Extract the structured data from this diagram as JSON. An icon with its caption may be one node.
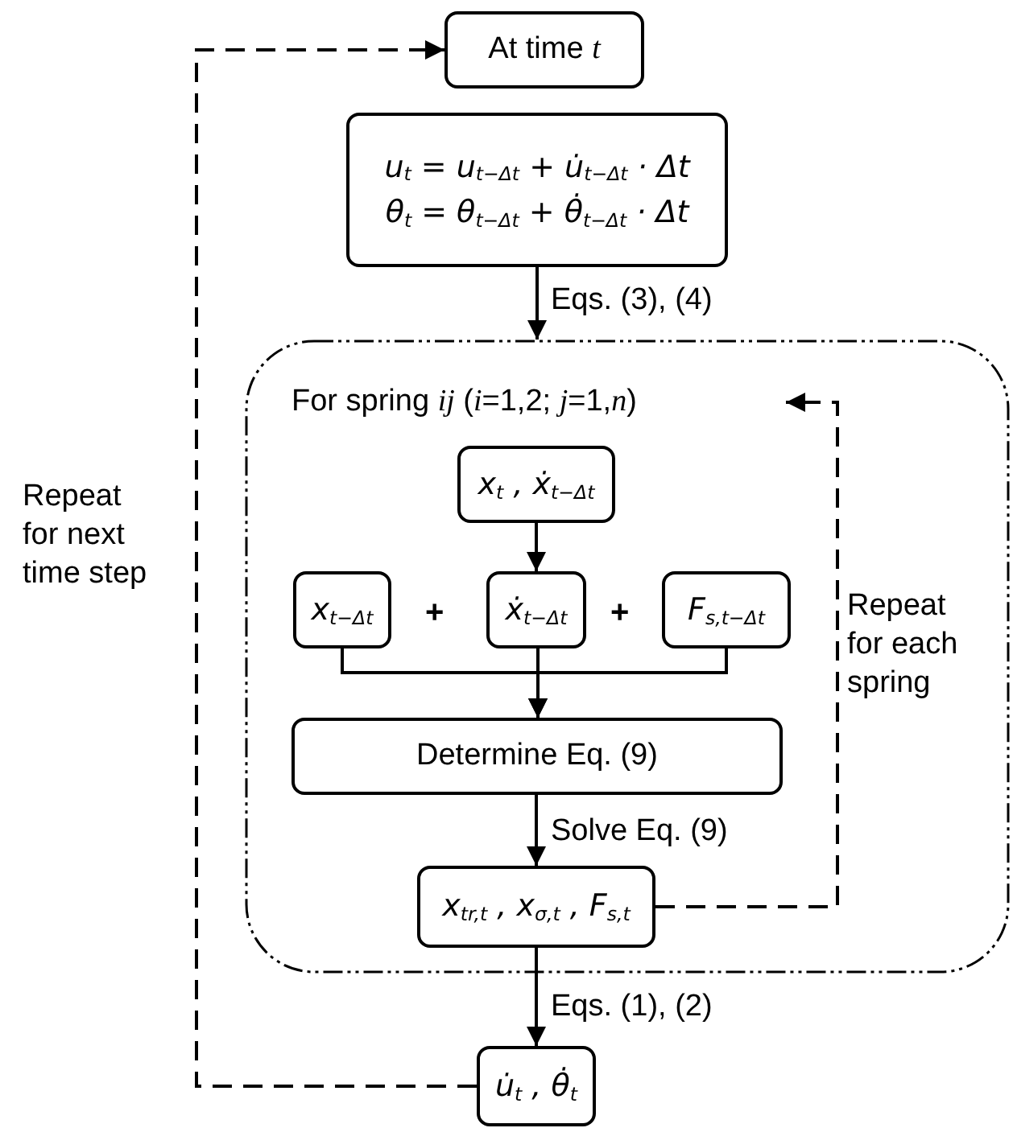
{
  "diagram": {
    "nodes": [
      {
        "text": [
          "At time *t*"
        ]
      },
      {
        "text": [
          "u$_{t}$ = u$_{t−Δt}$ + u̇$_{t−Δt}$ · Δt",
          "θ$_{t}$ = θ$_{t−Δt}$ + θ̇$_{t−Δt}$ · Δt"
        ]
      },
      {
        "text": [],
        "shape": "box"
      },
      {
        "text": [
          "For spring *ij* (*i*=1,2; *j*=1,*n*)"
        ],
        "in": 2
      },
      {
        "text": [
          "x$_{t}$ , ẋ$_{t−Δt}$"
        ],
        "in": 2
      },
      {
        "text": [
          "x$_{t−Δt}$"
        ],
        "in": 2
      },
      {
        "text": [
          "ẋ$_{t−Δt}$"
        ],
        "in": 2
      },
      {
        "text": [
          "F$_{s,t−Δt}$"
        ],
        "in": 2
      },
      {
        "text": [
          "Determine Eq. (9)"
        ],
        "in": 2
      },
      {
        "text": [
          "x$_{tr,t}$ , x$_{σ,t}$ , F$_{s,t}$"
        ],
        "in": 2
      },
      {
        "text": [
          "u̇$_{t}$ , θ̇$_{t}$"
        ]
      }
    ],
    "edges": [
      {
        "from": 1,
        "to": 2,
        "arrow": "to",
        "label": "Eqs. (3), (4)"
      },
      {
        "from": 4,
        "to": 6,
        "arrow": "to"
      },
      {
        "from": 5,
        "to": 8,
        "arrow": "to"
      },
      {
        "from": 6,
        "to": 8,
        "arrow": "to"
      },
      {
        "from": 7,
        "to": 8,
        "arrow": "to"
      },
      {
        "from": 8,
        "to": 9,
        "arrow": "to",
        "label": "Solve Eq. (9)"
      },
      {
        "from": 9,
        "to": 3,
        "arrow": "to",
        "style": "dashed",
        "label": "Repeat for each spring"
      },
      {
        "from": 9,
        "to": 10,
        "arrow": "to",
        "label": "Eqs. (1), (2)"
      },
      {
        "from": 10,
        "to": 0,
        "arrow": "to",
        "style": "dashed",
        "label": "Repeat for next time step"
      }
    ],
    "labels": [
      "+",
      "+"
    ]
  }
}
